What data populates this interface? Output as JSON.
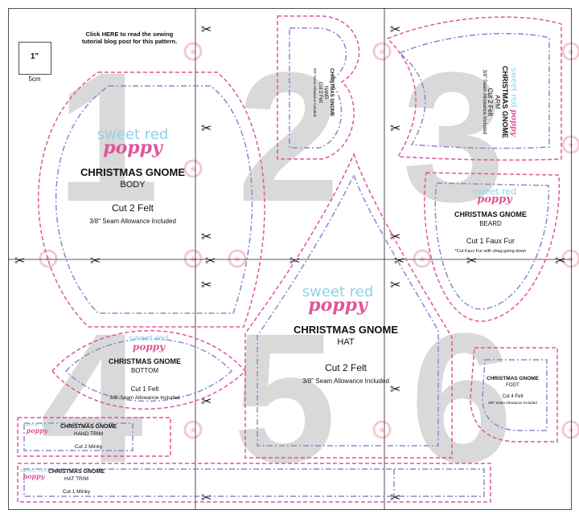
{
  "header": {
    "scale_label": "1\"",
    "scale_metric": "5cm",
    "tutorial_link": "Click HERE to read the sewing tutorial blog post for this pattern.",
    "tutorial_line1": "Click HERE to read the sewing",
    "tutorial_line2": "tutorial blog post for this pattern."
  },
  "brand": {
    "line1": "sweet red",
    "line2": "poppy"
  },
  "page_numbers": [
    "1",
    "2",
    "3",
    "4",
    "5",
    "6"
  ],
  "pieces": {
    "body": {
      "title": "CHRISTMAS GNOME",
      "part": "BODY",
      "cut": "Cut 2 Felt",
      "seam": "3/8\" Seam Allowance Included"
    },
    "hand": {
      "title": "CHRISTMAS GNOME",
      "part": "HAND",
      "cut": "Cut 2 Felt",
      "seam": "3/8\" Seam Allowance Included"
    },
    "arm": {
      "title": "CHRISTMAS GNOME",
      "part": "ARM",
      "cut": "Cut 2 Felt",
      "seam": "3/8\" Seam Allowance Included"
    },
    "beard": {
      "title": "CHRISTMAS GNOME",
      "part": "BEARD",
      "cut": "Cut 1 Faux Fur",
      "note": "*Cut Faux Fur with shag going down"
    },
    "bottom": {
      "title": "CHRISTMAS GNOME",
      "part": "BOTTOM",
      "cut": "Cut 1 Felt",
      "seam": "3/8\" Seam Allowance Included"
    },
    "hat": {
      "title": "CHRISTMAS GNOME",
      "part": "HAT",
      "cut": "Cut 2 Felt",
      "seam": "3/8\" Seam Allowance Included"
    },
    "foot": {
      "title": "CHRISTMAS GNOME",
      "part": "FOOT",
      "cut": "Cut 4 Felt",
      "seam": "3/8\" Seam Allowance Included"
    },
    "hand_trim": {
      "title": "CHRISTMAS GNOME",
      "part": "HAND TRIM",
      "cut": "Cut 2 Minky"
    },
    "hat_trim": {
      "title": "CHRISTMAS GNOME",
      "part": "HAT TRIM",
      "cut": "Cut 1 Minky"
    }
  },
  "colors": {
    "cut_line": "#e0559a",
    "stitch_line": "#8f86cf",
    "grid_line": "#222222",
    "page_numbers": "#d6d6d6",
    "star_marks": "#f4c9d1"
  }
}
